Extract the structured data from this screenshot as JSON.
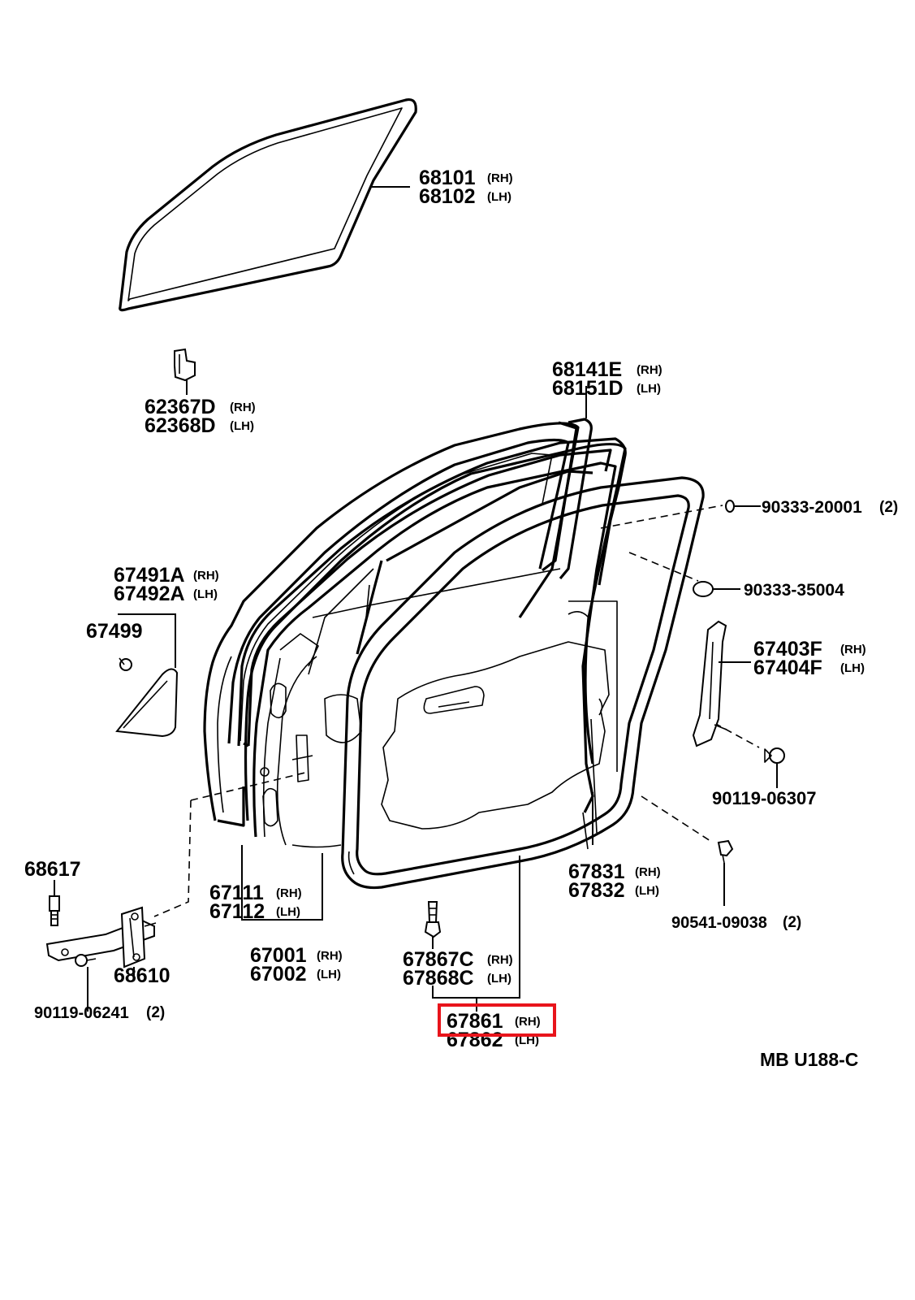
{
  "diagram": {
    "code": "MB  U188-C",
    "labels": {
      "glass_rh": {
        "part": "68101",
        "side": "(RH)"
      },
      "glass_lh": {
        "part": "68102",
        "side": "(LH)"
      },
      "clip_rh": {
        "part": "62367D",
        "side": "(RH)"
      },
      "clip_lh": {
        "part": "62368D",
        "side": "(LH)"
      },
      "run_rh": {
        "part": "68141E",
        "side": "(RH)"
      },
      "run_lh": {
        "part": "68151D",
        "side": "(LH)"
      },
      "plug_a": {
        "part": "90333-20001",
        "qty": "(2)"
      },
      "plug_b": {
        "part": "90333-35004"
      },
      "cover_rh": {
        "part": "67491A",
        "side": "(RH)"
      },
      "cover_lh": {
        "part": "67492A",
        "side": "(LH)"
      },
      "cover_clip": {
        "part": "67499"
      },
      "sash_rh": {
        "part": "67403F",
        "side": "(RH)"
      },
      "sash_lh": {
        "part": "67404F",
        "side": "(LH)"
      },
      "screw_a": {
        "part": "90119-06307"
      },
      "check_bolt": {
        "part": "68617"
      },
      "check": {
        "part": "68610"
      },
      "check_screw": {
        "part": "90119-06241",
        "qty": "(2)"
      },
      "panel_rh": {
        "part": "67111",
        "side": "(RH)"
      },
      "panel_lh": {
        "part": "67112",
        "side": "(LH)"
      },
      "door_rh": {
        "part": "67001",
        "side": "(RH)"
      },
      "door_lh": {
        "part": "67002",
        "side": "(LH)"
      },
      "ws_rh": {
        "part": "67831",
        "side": "(RH)"
      },
      "ws_lh": {
        "part": "67832",
        "side": "(LH)"
      },
      "clip_ws": {
        "part": "90541-09038",
        "qty": "(2)"
      },
      "fastener_rh": {
        "part": "67867C",
        "side": "(RH)"
      },
      "fastener_lh": {
        "part": "67868C",
        "side": "(LH)"
      },
      "weatherstrip_rh": {
        "part": "67861",
        "side": "(RH)"
      },
      "weatherstrip_lh": {
        "part": "67862",
        "side": "(LH)"
      }
    },
    "highlight": {
      "part": "67861",
      "color": "#e8141b"
    }
  }
}
